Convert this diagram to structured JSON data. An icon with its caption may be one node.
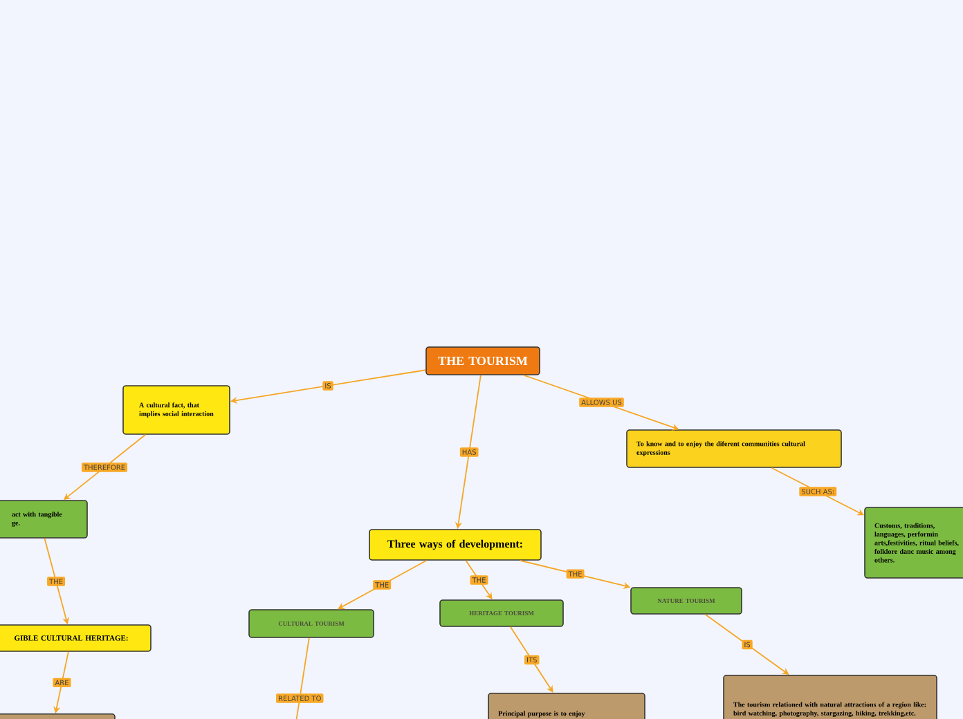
{
  "diagram": {
    "nodes": [
      {
        "text": [
          "THE TOURISM"
        ]
      },
      {
        "text": [
          "A cultural fact, that implies social interaction"
        ]
      },
      {
        "text": [
          "act with tangible ge."
        ]
      },
      {
        "text": [
          "GIBLE CULTURAL HERITAGE:"
        ]
      },
      {
        "text": [],
        "shape": "box"
      },
      {
        "text": [
          "Three ways of development:"
        ]
      },
      {
        "text": [
          "CULTURAL TOURISM"
        ]
      },
      {
        "text": [
          "HERITAGE TOURISM"
        ]
      },
      {
        "text": [
          "NATURE TOURISM"
        ]
      },
      {
        "text": [
          "Principal purpose is to enjoy"
        ]
      },
      {
        "text": [
          "To know and to enjoy the diferent communities cultural expressions"
        ]
      },
      {
        "text": [
          "Customs, traditions, languages, performin arts,festivities, ritual beliefs, folklore danc music among others."
        ]
      },
      {
        "text": [
          "The tourism relationed with natural attractions of a region like: bird watching, photography, stargazing, hiking, trekking,etc."
        ]
      }
    ],
    "edges": [
      {
        "from": 0,
        "to": 1,
        "arrow": "to",
        "label": "IS"
      },
      {
        "from": 1,
        "to": 2,
        "arrow": "to",
        "label": "THEREFORE"
      },
      {
        "from": 2,
        "to": 3,
        "arrow": "to",
        "label": "THE"
      },
      {
        "from": 3,
        "to": 4,
        "arrow": "to",
        "label": "ARE"
      },
      {
        "from": 0,
        "to": 5,
        "arrow": "to",
        "label": "HAS"
      },
      {
        "from": 0,
        "to": 10,
        "arrow": "to",
        "label": "ALLOWS US"
      },
      {
        "from": 10,
        "to": 11,
        "arrow": "to",
        "label": "SUCH AS:"
      },
      {
        "from": 5,
        "to": 6,
        "arrow": "to",
        "label": "THE"
      },
      {
        "from": 5,
        "to": 7,
        "arrow": "to",
        "label": "THE"
      },
      {
        "from": 5,
        "to": 8,
        "arrow": "to",
        "label": "THE"
      },
      {
        "from": 6,
        "to": null,
        "arrow": "none",
        "label": "RELATED TO"
      },
      {
        "from": 7,
        "to": 9,
        "arrow": "to",
        "label": "ITS"
      },
      {
        "from": 8,
        "to": 12,
        "arrow": "to",
        "label": "IS"
      }
    ]
  }
}
